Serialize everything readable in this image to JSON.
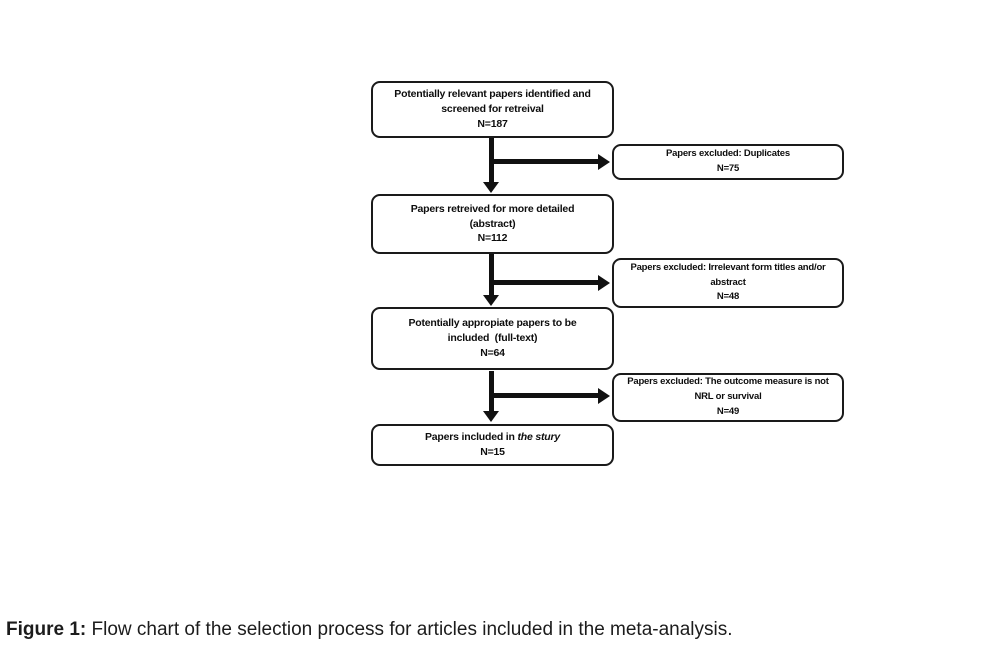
{
  "figure": {
    "caption_prefix": "Figure 1:",
    "caption_text": " Flow chart of the selection process for articles included in the meta-analysis."
  },
  "flow": {
    "main_boxes": [
      {
        "lines": [
          "Potentially relevant papers identified and",
          "screened for retreival",
          "N=187"
        ]
      },
      {
        "lines": [
          "Papers retreived for more detailed",
          "(abstract)",
          "N=112"
        ]
      },
      {
        "lines": [
          "Potentially appropiate papers to be",
          "included  (full-text)",
          "N=64"
        ]
      }
    ],
    "final_box": {
      "prefix": "Papers included in ",
      "italic": "the stury",
      "count": "N=15"
    },
    "exclusion_boxes": [
      {
        "lines": [
          "Papers excluded: Duplicates",
          "N=75"
        ]
      },
      {
        "lines": [
          "Papers excluded: Irrelevant form titles and/or",
          "abstract",
          "N=48"
        ]
      },
      {
        "lines": [
          "Papers excluded: The outcome measure is not",
          "NRL or survival",
          "N=49"
        ]
      }
    ]
  },
  "colors": {
    "background": "#ffffff",
    "box_border": "#1a1a1a",
    "arrow": "#111111",
    "text": "#0d0d0d"
  }
}
